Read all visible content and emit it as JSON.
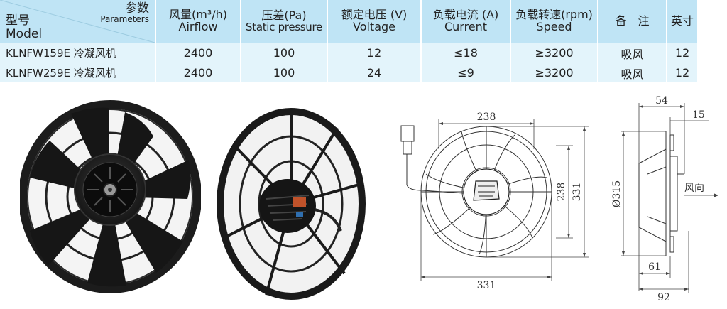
{
  "table": {
    "header": {
      "model": {
        "zh": "型号",
        "en": "Model"
      },
      "parameters": {
        "zh": "参数",
        "en": "Parameters"
      },
      "columns": [
        {
          "zh": "风量(m³/h)",
          "en": "Airflow"
        },
        {
          "zh": "压差(Pa)",
          "en": "Static pressure"
        },
        {
          "zh": "额定电压 (V)",
          "en": "Voltage"
        },
        {
          "zh": "负载电流 (A)",
          "en": "Current"
        },
        {
          "zh": "负载转速(rpm)",
          "en": "Speed"
        },
        {
          "zh": "备　注",
          "en": ""
        },
        {
          "zh": "英寸",
          "en": ""
        }
      ]
    },
    "rows": [
      {
        "model": "KLNFW159E 冷凝风机",
        "airflow": "2400",
        "pressure": "100",
        "voltage": "12",
        "current": "≤18",
        "speed": "≥3200",
        "remark": "吸风",
        "inch": "12"
      },
      {
        "model": "KLNFW259E 冷凝风机",
        "airflow": "2400",
        "pressure": "100",
        "voltage": "24",
        "current": "≤9",
        "speed": "≥3200",
        "remark": "吸风",
        "inch": "12"
      }
    ]
  },
  "drawing_front": {
    "dim_top": "238",
    "dim_side_inner": "238",
    "dim_side_outer": "331",
    "dim_bottom": "331"
  },
  "drawing_side": {
    "dim_54": "54",
    "dim_15": "15",
    "dim_diameter": "Ø315",
    "dim_61": "61",
    "dim_92": "92",
    "wind_label": "风向"
  },
  "colors": {
    "header_bg": "#bfe4f5",
    "row_bg": "#e3f4fb",
    "fan_body": "#1a1a1a"
  }
}
